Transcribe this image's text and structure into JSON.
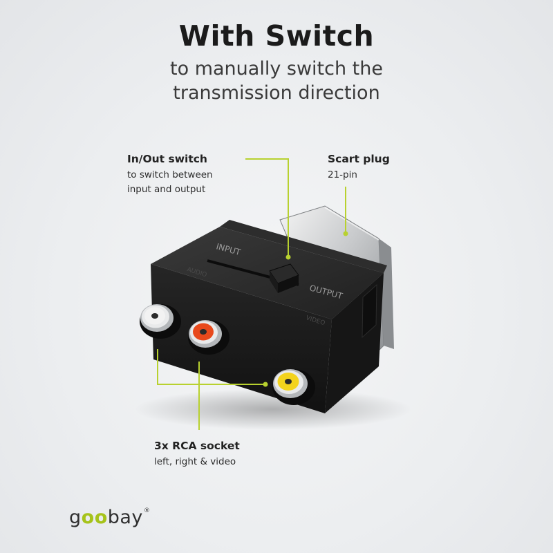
{
  "header": {
    "title": "With Switch",
    "subtitle_line1": "to manually switch the",
    "subtitle_line2": "transmission direction"
  },
  "callouts": {
    "switch": {
      "title": "In/Out switch",
      "line1": "to switch between",
      "line2": "input and output"
    },
    "scart": {
      "title": "Scart plug",
      "line1": "21-pin"
    },
    "rca": {
      "title": "3x RCA socket",
      "line1": "left, right & video"
    }
  },
  "product": {
    "label_input": "INPUT",
    "label_output": "OUTPUT",
    "label_video": "VIDEO",
    "label_audio": "AUDIO",
    "socket_colors": {
      "left": "#f2f2f2",
      "right": "#e8491c",
      "video": "#f3d31c"
    },
    "body_color": "#1b1b1b",
    "accent_color": "#b8d12f"
  },
  "brand": {
    "logo_g": "g",
    "logo_oo": "oo",
    "logo_bay": "bay",
    "logo_reg": "®"
  }
}
